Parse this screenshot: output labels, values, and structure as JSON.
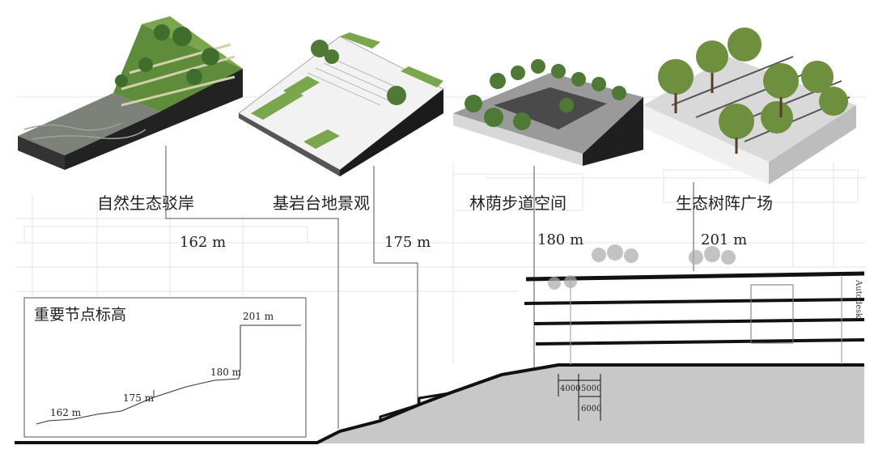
{
  "zones": [
    {
      "name": "自然生态驳岸",
      "elevation": "162 m"
    },
    {
      "name": "基岩台地景观",
      "elevation": "175 m"
    },
    {
      "name": "林荫步道空间",
      "elevation": "180 m"
    },
    {
      "name": "生态树阵广场",
      "elevation": "201 m"
    }
  ],
  "inset": {
    "title": "重要节点标高",
    "elevations": [
      "162 m",
      "175 m",
      "180 m",
      "201 m"
    ]
  },
  "dimensions": [
    "4000",
    "5000",
    "6000"
  ],
  "side_text": "Autodesk",
  "colors": {
    "grass": "#6a9a3c",
    "tree": "#4f7a36",
    "water": "#7a7f77",
    "soil": "#2a2a2a",
    "section_fill": "#c8c8c8",
    "line": "#111111"
  }
}
